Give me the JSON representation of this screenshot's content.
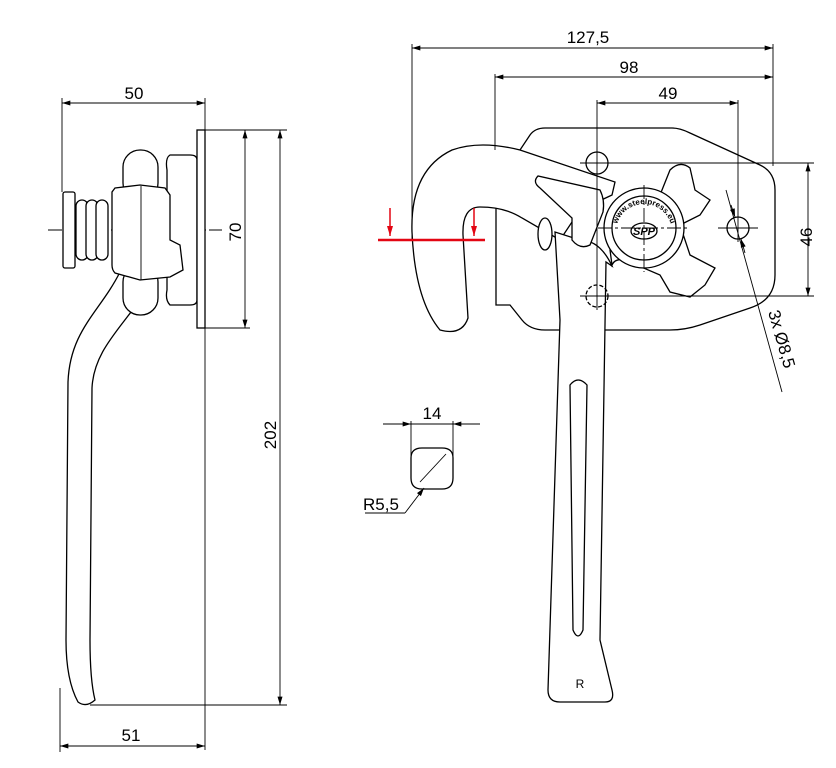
{
  "dimensions": {
    "overall_width": "127,5",
    "plate_width": "98",
    "hole_spacing_h": "49",
    "hole_spacing_v": "46",
    "holes": "3x Ø8,5",
    "side_depth": "50",
    "plate_height": "70",
    "overall_height": "202",
    "handle_depth": "51",
    "rod_width": "14",
    "rod_radius": "R5,5"
  },
  "marks": {
    "handle_side": "R",
    "logo_url": "www.steelpress.eu",
    "logo": "SPP"
  },
  "colors": {
    "section_line": "#e30613"
  }
}
